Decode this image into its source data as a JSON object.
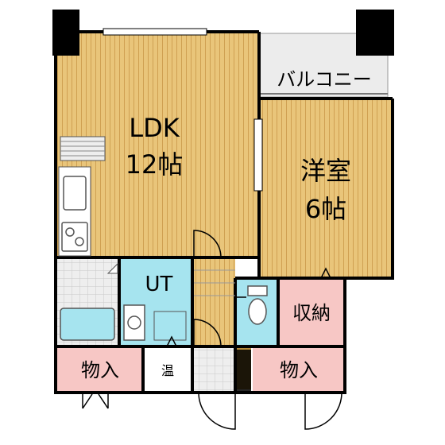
{
  "colors": {
    "wood": "#e9c57a",
    "wood_stripe": "#cfa052",
    "wet": "#a6e4ef",
    "storage": "#f7c7c5",
    "balcony": "#ececec",
    "wall": "#000000",
    "tile": "#eeeeee"
  },
  "rooms": {
    "ldk": {
      "label": "LDK",
      "size": "12帖"
    },
    "western": {
      "label": "洋室",
      "size": "6帖"
    },
    "balcony": {
      "label": "バルコニー"
    },
    "ut": {
      "label": "UT"
    },
    "closet": {
      "label": "収納"
    },
    "storage_left": {
      "label": "物入"
    },
    "storage_right": {
      "label": "物入"
    },
    "water_heater": {
      "label": "温"
    }
  },
  "icons": [
    "kitchen-sink-icon",
    "stove-icon",
    "bathtub-icon",
    "washbasin-icon",
    "toilet-icon",
    "door-swing-icon"
  ]
}
